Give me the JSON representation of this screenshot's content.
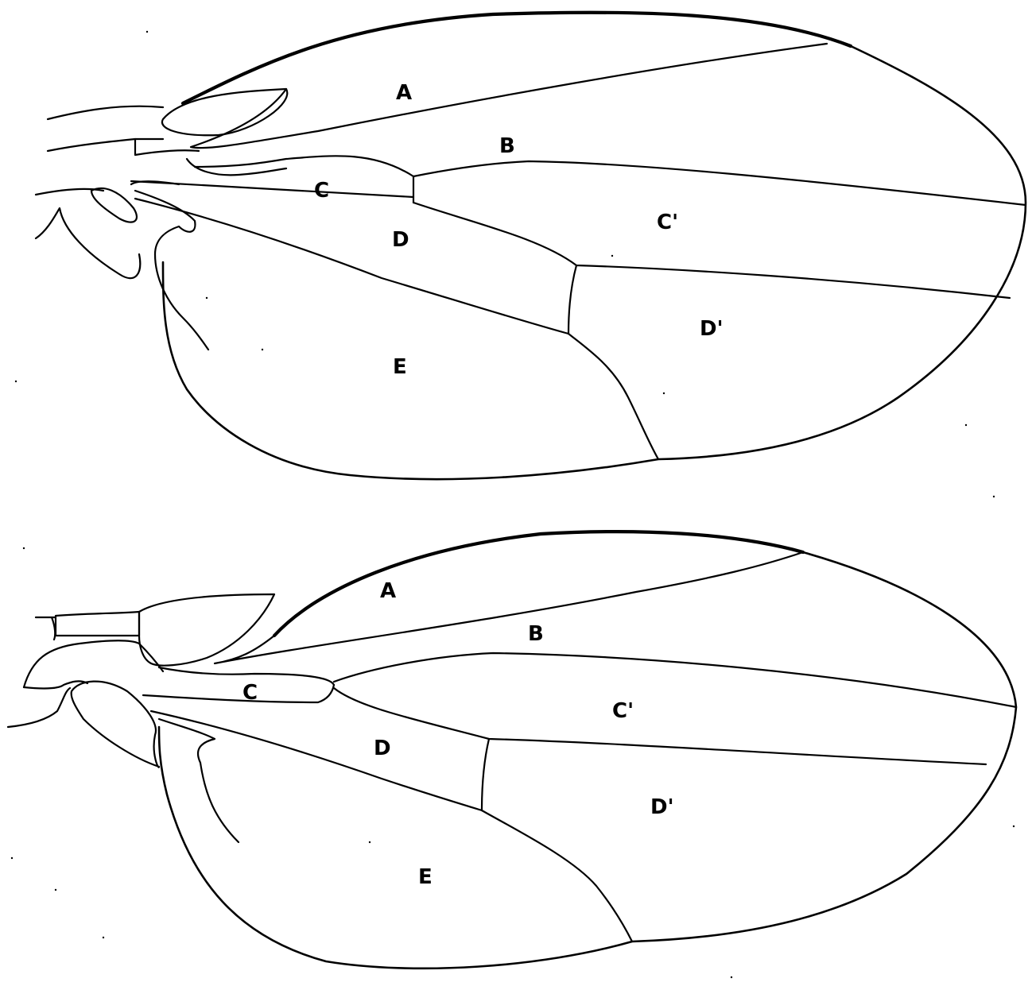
{
  "wings": [
    {
      "cells": {
        "a": "A",
        "b": "B",
        "c": "C",
        "c_prime": "C'",
        "d": "D",
        "d_prime": "D'",
        "e": "E"
      }
    },
    {
      "cells": {
        "a": "A",
        "b": "B",
        "c": "C",
        "c_prime": "C'",
        "d": "D",
        "d_prime": "D'",
        "e": "E"
      }
    }
  ],
  "colors": {
    "ink": "#000000",
    "paper": "#ffffff"
  }
}
